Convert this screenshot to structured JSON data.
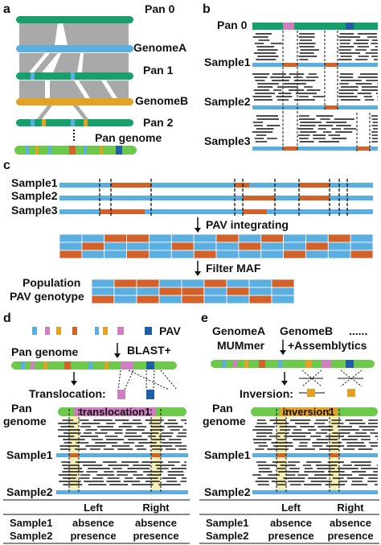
{
  "colors": {
    "green": "#17a06b",
    "blue": "#5aaee0",
    "orange": "#d2622a",
    "gold": "#e3a224",
    "pink": "#cf7fc0",
    "navy": "#1f5fa8",
    "lime": "#6cc94a",
    "gray": "#a9a9a9",
    "highlight": "#f6efb5"
  },
  "panel_a": {
    "letter": "a",
    "pan0": "Pan 0",
    "genomeA": "GenomeA",
    "pan1": "Pan 1",
    "genomeB": "GenomeB",
    "pan2": "Pan 2",
    "pan_genome": "Pan genome"
  },
  "panel_b": {
    "letter": "b",
    "pan0": "Pan 0",
    "samples": [
      "Sample1",
      "Sample2",
      "Sample3"
    ]
  },
  "panel_c": {
    "letter": "c",
    "samples": [
      "Sample1",
      "Sample2",
      "Sample3"
    ],
    "step1": "PAV integrating",
    "step2": "Filter MAF",
    "population_line1": "Population",
    "population_line2": "PAV genotype"
  },
  "panel_d": {
    "letter": "d",
    "pav": "PAV",
    "pan_genome": "Pan genome",
    "tool": "BLAST+",
    "event": "Translocation:",
    "pan_line1": "Pan",
    "pan_line2": "genome",
    "bar_label": "translocation1",
    "sample1": "Sample1",
    "sample2": "Sample2",
    "table": {
      "headers": [
        "Left",
        "Right"
      ],
      "rows": [
        {
          "name": "Sample1",
          "left": "absence",
          "right": "absence"
        },
        {
          "name": "Sample2",
          "left": "presence",
          "right": "presence"
        }
      ]
    }
  },
  "panel_e": {
    "letter": "e",
    "genomeA": "GenomeA",
    "genomeB": "GenomeB",
    "dots": "......",
    "tool1": "MUMmer",
    "tool2": "+Assemblytics",
    "event": "Inversion:",
    "pan_line1": "Pan",
    "pan_line2": "genome",
    "bar_label": "inversion1",
    "sample1": "Sample1",
    "sample2": "Sample2",
    "table": {
      "headers": [
        "Left",
        "Right"
      ],
      "rows": [
        {
          "name": "Sample1",
          "left": "absence",
          "right": "absence"
        },
        {
          "name": "Sample2",
          "left": "presence",
          "right": "presence"
        }
      ]
    }
  }
}
